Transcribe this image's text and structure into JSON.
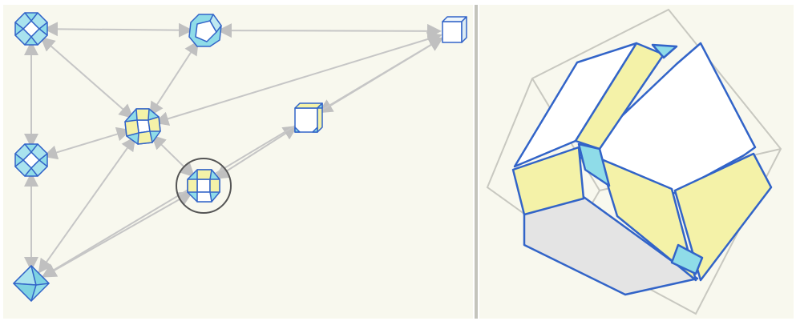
{
  "graph": {
    "nodes": [
      {
        "id": "n1",
        "shape": "truncated-octahedron",
        "selected": false
      },
      {
        "id": "n2",
        "shape": "cuboctahedron",
        "selected": false
      },
      {
        "id": "n3",
        "shape": "cube",
        "selected": false
      },
      {
        "id": "n4",
        "shape": "truncated-cuboctahedron",
        "selected": false
      },
      {
        "id": "n5",
        "shape": "truncated-cube",
        "selected": false
      },
      {
        "id": "n6",
        "shape": "truncated-octahedron",
        "selected": false
      },
      {
        "id": "n7",
        "shape": "rhombicuboctahedron",
        "selected": true
      },
      {
        "id": "n8",
        "shape": "octahedron",
        "selected": false
      }
    ],
    "edges": [
      [
        "n1",
        "n2"
      ],
      [
        "n2",
        "n3"
      ],
      [
        "n1",
        "n4"
      ],
      [
        "n2",
        "n4"
      ],
      [
        "n4",
        "n3"
      ],
      [
        "n5",
        "n3"
      ],
      [
        "n7",
        "n5"
      ],
      [
        "n4",
        "n7"
      ],
      [
        "n6",
        "n1"
      ],
      [
        "n6",
        "n4"
      ],
      [
        "n6",
        "n8"
      ],
      [
        "n8",
        "n4"
      ],
      [
        "n8",
        "n7"
      ],
      [
        "n8",
        "n3"
      ]
    ]
  },
  "preview": {
    "shape": "rhombicuboctahedron",
    "reference_outline": "cube"
  },
  "colors": {
    "panel_bg": "#f8f8ee",
    "edge": "#c6c6c6",
    "stroke": "#3264c8",
    "face_blue": "#8fdce8",
    "face_yellow": "#f4f2a8",
    "face_white": "#ffffff",
    "face_gray": "#e4e4e4",
    "selection_ring": "#555555"
  }
}
